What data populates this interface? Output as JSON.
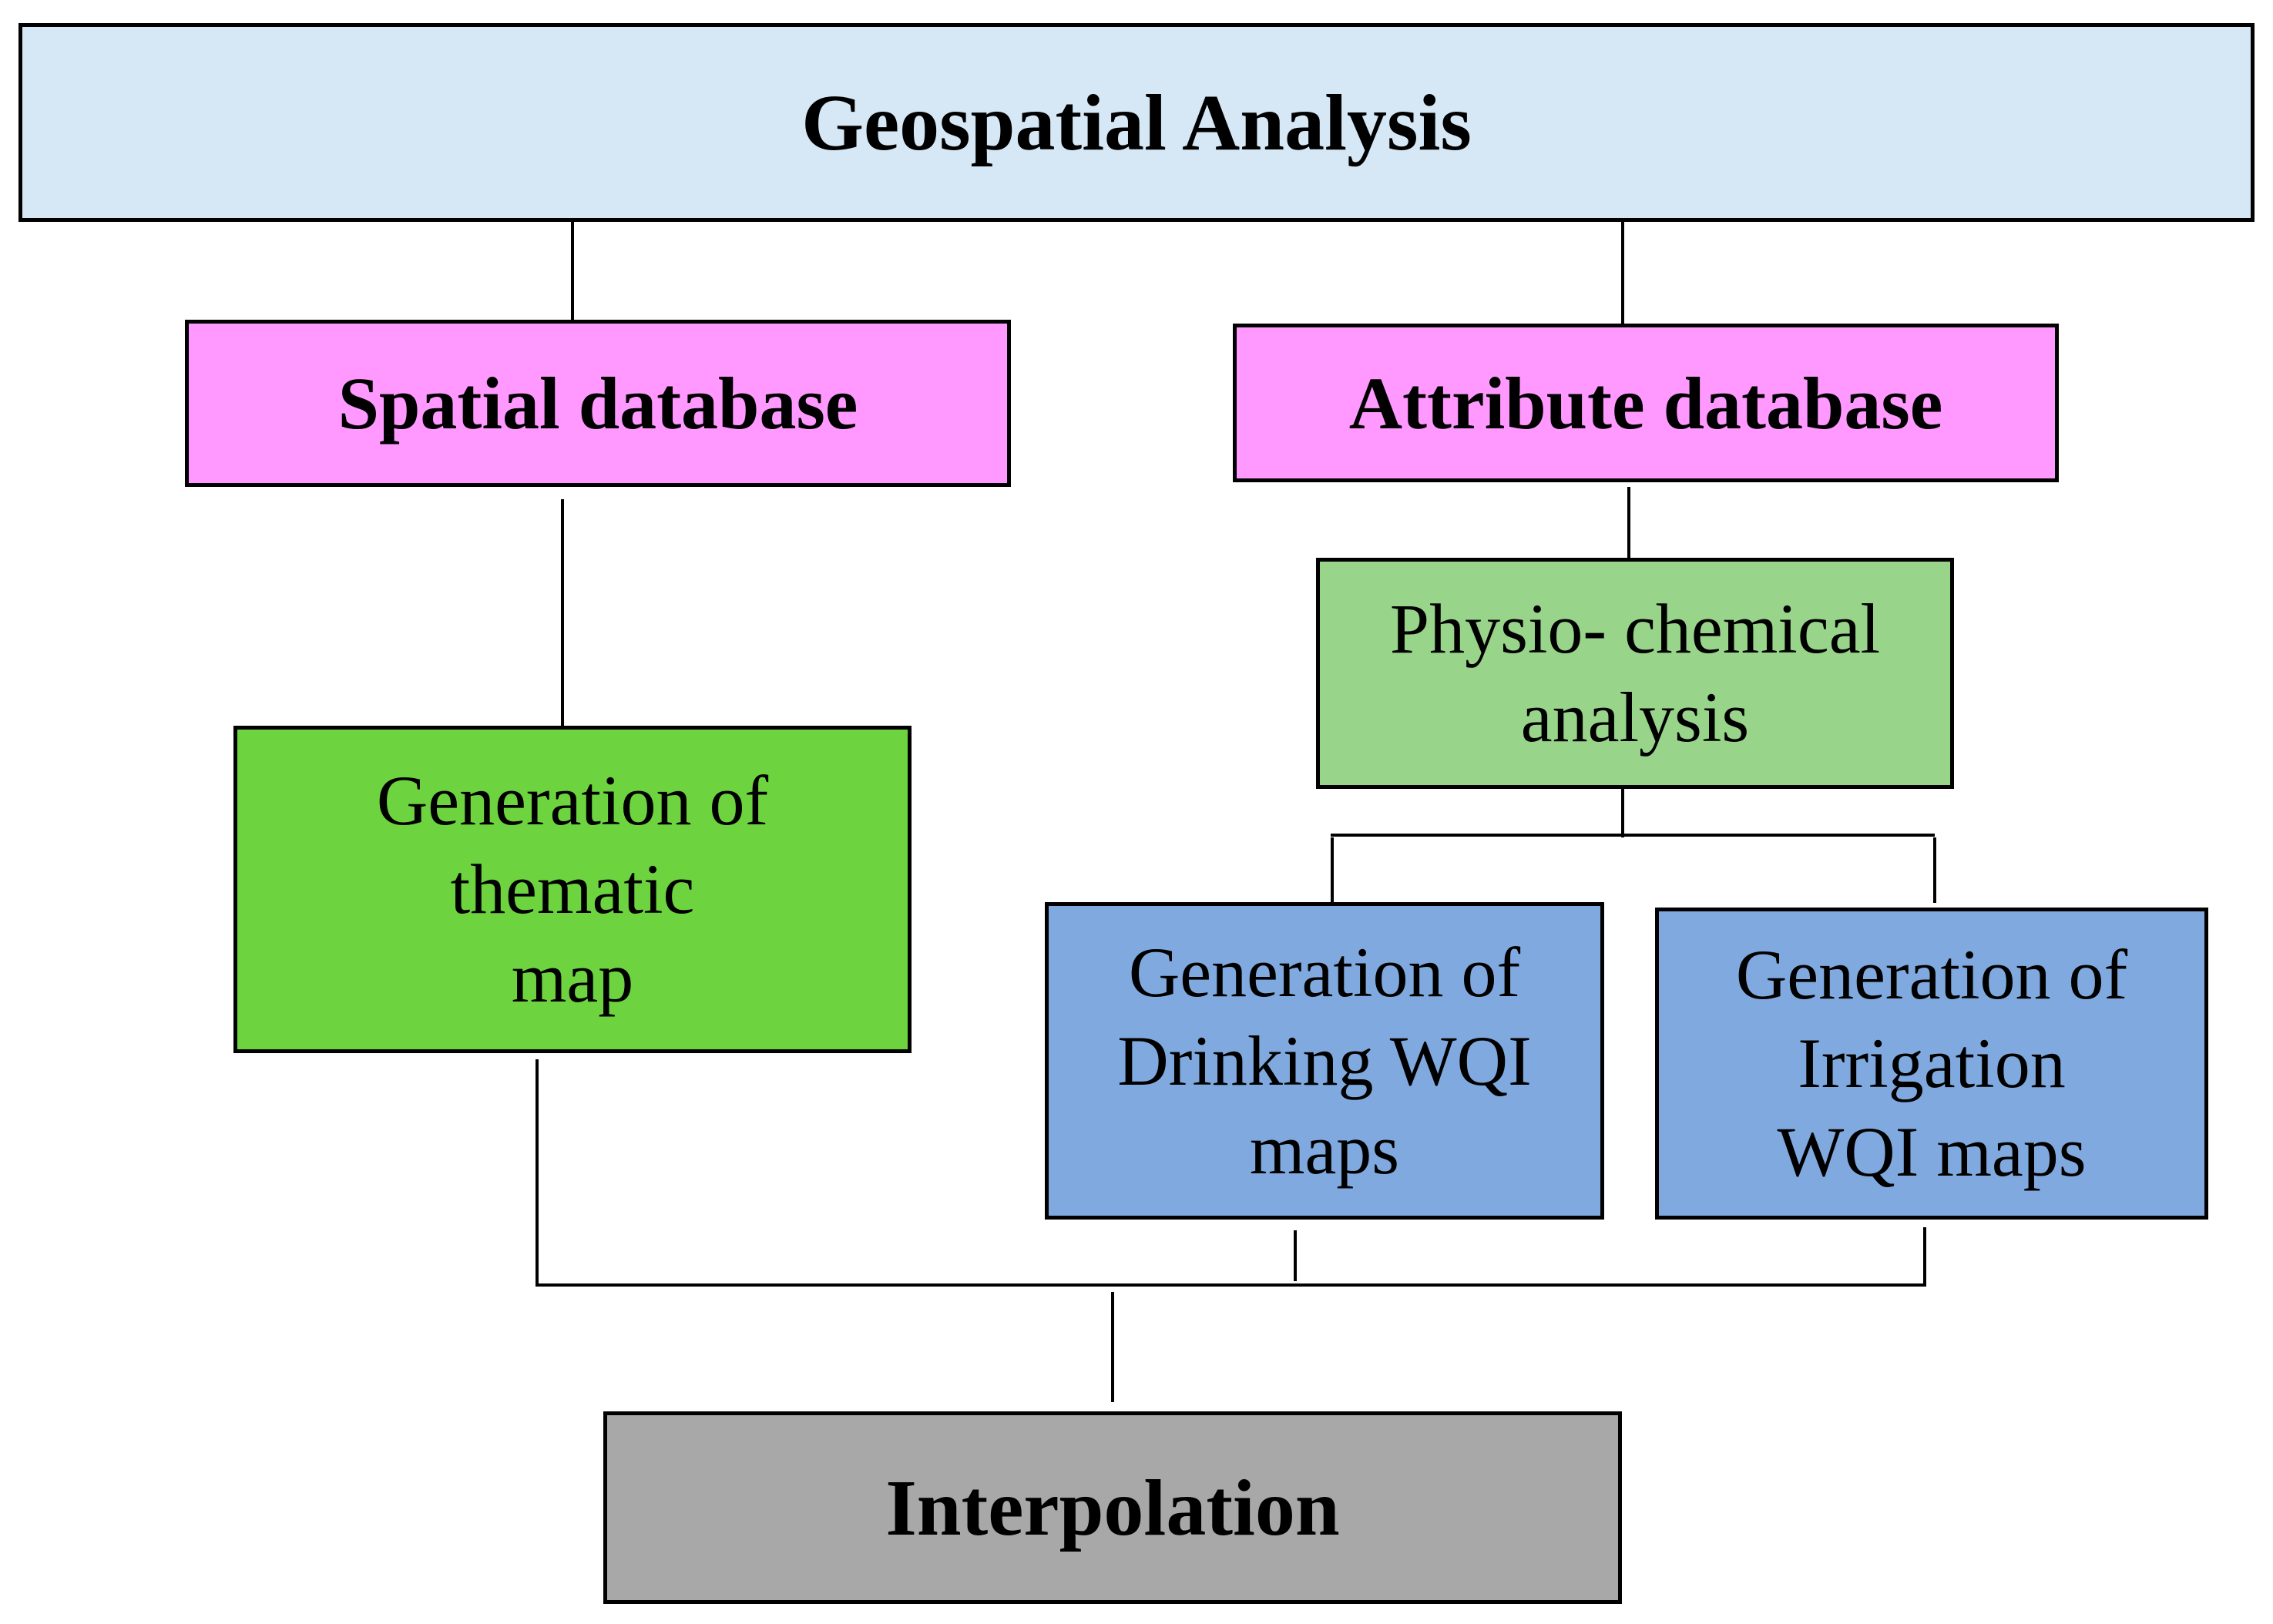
{
  "diagram": {
    "nodes": {
      "geospatial": {
        "label": "Geospatial Analysis",
        "color": "#d6e8f5"
      },
      "spatial": {
        "label": "Spatial database",
        "color": "#ff99ff"
      },
      "attribute": {
        "label": "Attribute database",
        "color": "#ff99ff"
      },
      "physio": {
        "label": "Physio- chemical\nanalysis",
        "color": "#98d48a"
      },
      "thematic": {
        "label": "Generation of\nthematic\nmap",
        "color": "#6dd43f"
      },
      "drinking": {
        "label": "Generation of\nDrinking WQI\nmaps",
        "color": "#80aadf"
      },
      "irrigation": {
        "label": "Generation of\nIrrigation\nWQI maps",
        "color": "#80aadf"
      },
      "interpolation": {
        "label": "Interpolation",
        "color": "#a8a8a8"
      }
    },
    "edges": [
      {
        "from": "geospatial",
        "to": "spatial"
      },
      {
        "from": "geospatial",
        "to": "attribute"
      },
      {
        "from": "spatial",
        "to": "thematic"
      },
      {
        "from": "attribute",
        "to": "physio"
      },
      {
        "from": "physio",
        "to": "drinking"
      },
      {
        "from": "physio",
        "to": "irrigation"
      },
      {
        "from": "thematic",
        "to": "interpolation"
      },
      {
        "from": "drinking",
        "to": "interpolation"
      },
      {
        "from": "irrigation",
        "to": "interpolation"
      }
    ]
  }
}
